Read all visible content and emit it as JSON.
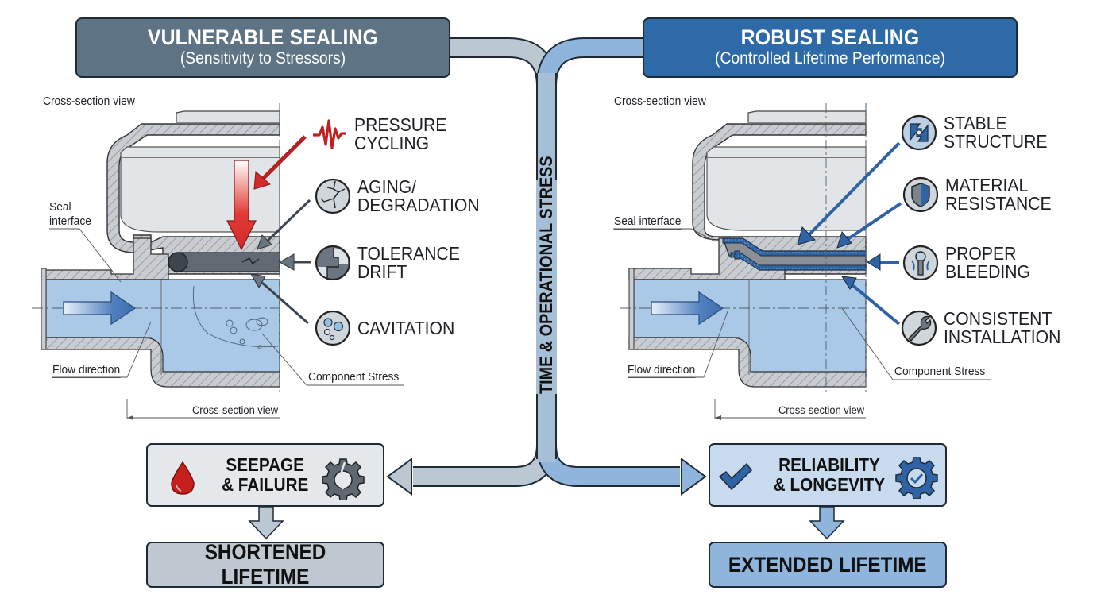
{
  "left_panel": {
    "header": {
      "title": "VULNERABLE SEALING",
      "subtitle": "(Sensitivity to Stressors)",
      "color": "#5e7484"
    },
    "cross_section_label_top": "Cross-section view",
    "seal_interface_label": "Seal\ninterface",
    "seal_interface_line1": "Seal",
    "seal_interface_line2": "interface",
    "flow_direction_label": "Flow direction",
    "component_stress_label": "Component Stress",
    "cross_section_label_bottom": "Cross-section view",
    "factors": [
      {
        "icon": "pressure-pulse-icon",
        "line1": "PRESSURE",
        "line2": "CYCLING"
      },
      {
        "icon": "cracked-circle-icon",
        "line1": "AGING/",
        "line2": "DEGRADATION"
      },
      {
        "icon": "tolerance-gap-icon",
        "line1": "TOLERANCE",
        "line2": "DRIFT"
      },
      {
        "icon": "bubbles-icon",
        "line1": "CAVITATION",
        "line2": ""
      }
    ],
    "outcome": {
      "line1": "SEEPAGE",
      "line2": "& FAILURE",
      "left_icon": "blood-drop-icon",
      "right_icon": "broken-gear-icon"
    },
    "result": {
      "label": "SHORTENED LIFETIME"
    }
  },
  "right_panel": {
    "header": {
      "title": "ROBUST SEALING",
      "subtitle": "(Controlled Lifetime Performance)",
      "color": "#2f6aa8"
    },
    "cross_section_label_top": "Cross-section view",
    "seal_interface_label": "Seal interface",
    "flow_direction_label": "Flow direction",
    "component_stress_label": "Component Stress",
    "cross_section_label_bottom": "Cross-section view",
    "factors": [
      {
        "icon": "stable-structure-icon",
        "line1": "STABLE",
        "line2": "STRUCTURE"
      },
      {
        "icon": "shield-icon",
        "line1": "MATERIAL",
        "line2": "RESISTANCE"
      },
      {
        "icon": "bleed-valve-icon",
        "line1": "PROPER",
        "line2": "BLEEDING"
      },
      {
        "icon": "wrench-icon",
        "line1": "CONSISTENT",
        "line2": "INSTALLATION"
      }
    ],
    "outcome": {
      "line1": "RELIABILITY",
      "line2": "& LONGEVITY",
      "left_icon": "checkmark-icon",
      "right_icon": "check-gear-icon"
    },
    "result": {
      "label": "EXTENDED LIFETIME"
    }
  },
  "center": {
    "label": "TIME & OPERATIONAL STRESS"
  },
  "colors": {
    "vulnerable_gray": "#5e7484",
    "robust_blue": "#2f6aa8",
    "stress_red": "#d42a2a",
    "fluid_blue": "#a9c9e6",
    "pipe_gray": "#bac6d0",
    "pipe_blue": "#8db4dc"
  }
}
